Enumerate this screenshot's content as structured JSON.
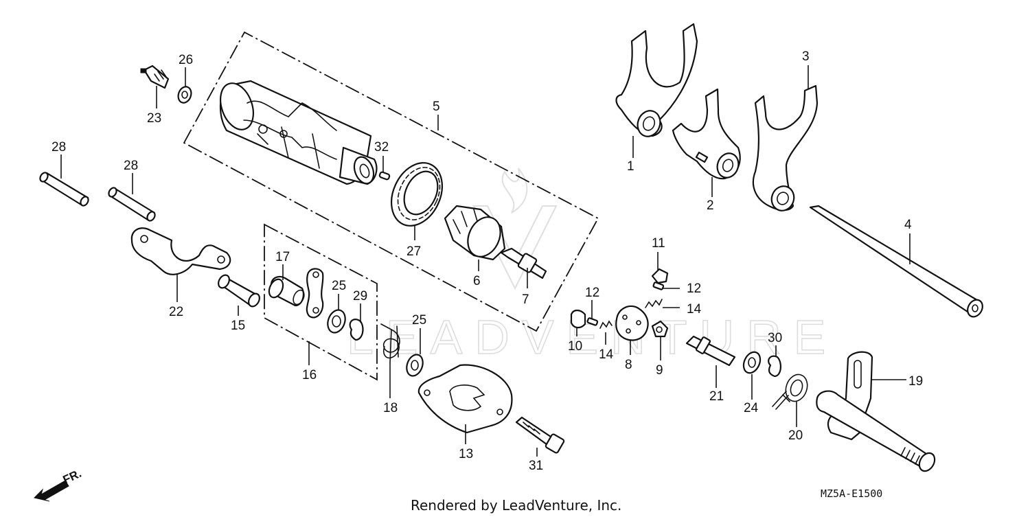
{
  "diagram": {
    "watermark": "LEADVENTURE",
    "footer": "Rendered by LeadVenture, Inc.",
    "code": "MZ5A-E1500",
    "direction": "FR.",
    "callouts": {
      "c1": "1",
      "c2": "2",
      "c3": "3",
      "c4": "4",
      "c5": "5",
      "c6": "6",
      "c7": "7",
      "c8": "8",
      "c9": "9",
      "c10": "10",
      "c11": "11",
      "c12a": "12",
      "c12b": "12",
      "c13": "13",
      "c14a": "14",
      "c14b": "14",
      "c15": "15",
      "c16": "16",
      "c17": "17",
      "c18": "18",
      "c19": "19",
      "c20": "20",
      "c21": "21",
      "c22": "22",
      "c23": "23",
      "c24": "24",
      "c25a": "25",
      "c25b": "25",
      "c26": "26",
      "c27": "27",
      "c28a": "28",
      "c28b": "28",
      "c29": "29",
      "c30": "30",
      "c31": "31",
      "c32": "32"
    }
  }
}
